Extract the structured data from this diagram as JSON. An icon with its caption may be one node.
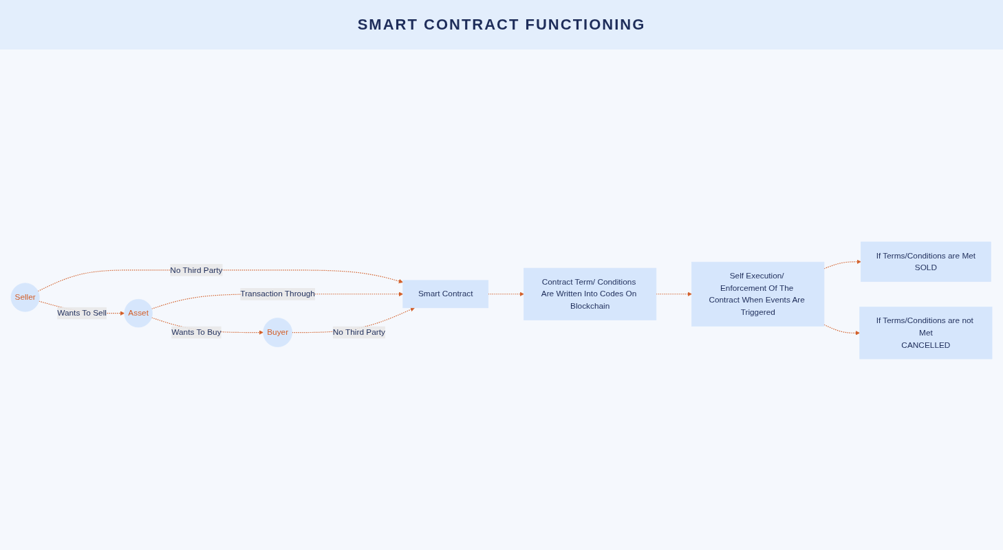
{
  "diagram": {
    "title": "SMART CONTRACT FUNCTIONING",
    "nodes": [
      {
        "text": [
          "Seller"
        ]
      },
      {
        "text": [
          "Asset"
        ]
      },
      {
        "text": [
          "Buyer"
        ]
      },
      {
        "text": [
          "Smart Contract"
        ]
      },
      {
        "text": [
          "Contract Term/ Conditions Are Written Into Codes On Blockchain"
        ]
      },
      {
        "text": [
          "Self Execution/ Enforcement Of The Contract When Events Are Triggered"
        ]
      },
      {
        "text": [
          "If Terms/Conditions are Met",
          "SOLD"
        ]
      },
      {
        "text": [
          "If Terms/Conditions are not Met",
          "CANCELLED"
        ]
      }
    ],
    "edges": [
      {
        "from": 0,
        "to": 1,
        "arrow": "to",
        "style": "dashed",
        "label": "Wants To Sell"
      },
      {
        "from": 1,
        "to": 2,
        "arrow": "to",
        "style": "dashed",
        "label": "Wants To Buy"
      },
      {
        "from": 0,
        "to": 3,
        "arrow": "to",
        "style": "dashed",
        "label": "No Third Party"
      },
      {
        "from": 1,
        "to": 3,
        "arrow": "to",
        "style": "dashed",
        "label": "Transaction Through"
      },
      {
        "from": 2,
        "to": 3,
        "arrow": "to",
        "style": "dashed",
        "label": "No Third Party"
      },
      {
        "from": 3,
        "to": 4,
        "arrow": "to",
        "style": "dashed"
      },
      {
        "from": 4,
        "to": 5,
        "arrow": "to",
        "style": "dashed"
      },
      {
        "from": 5,
        "to": 6,
        "arrow": "to",
        "style": "dashed"
      },
      {
        "from": 5,
        "to": 7,
        "arrow": "to",
        "style": "dashed"
      }
    ]
  }
}
